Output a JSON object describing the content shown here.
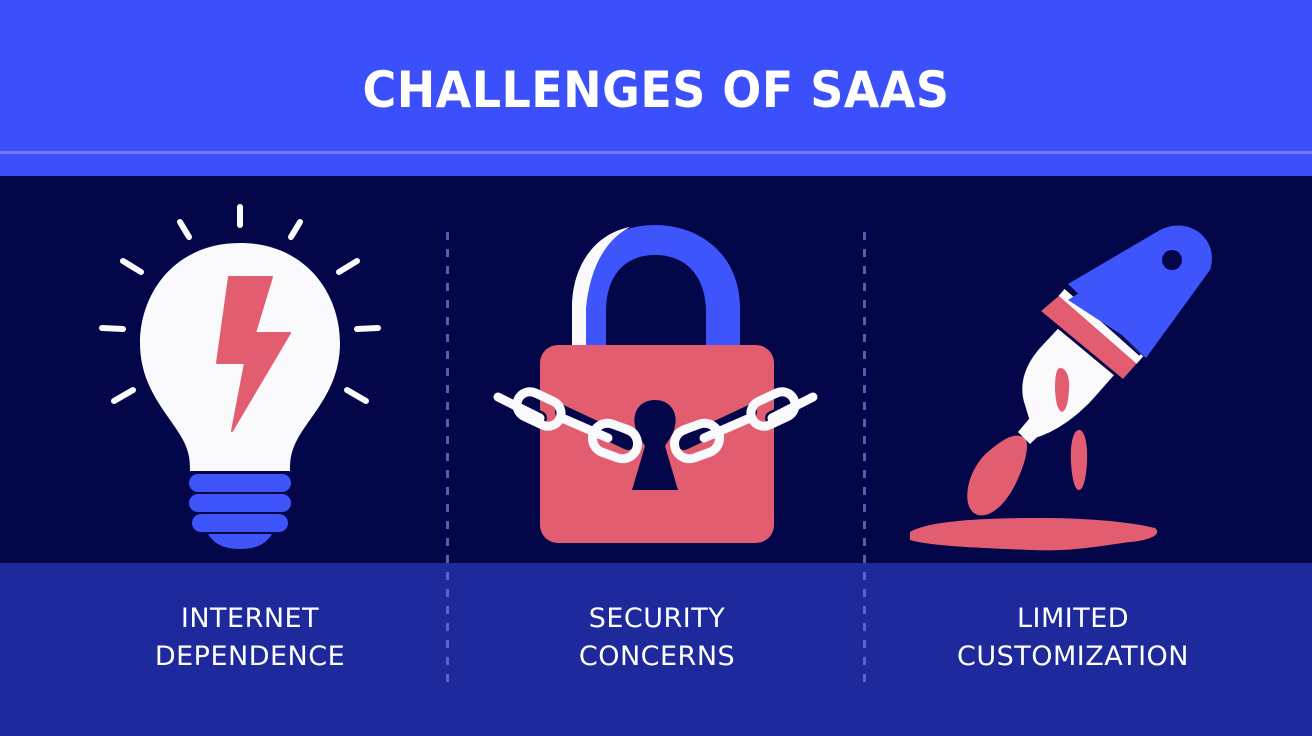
{
  "title": "CHALLENGES OF SAAS",
  "colors": {
    "header_bg": "#3b50fb",
    "stage_bg": "#03074a",
    "band_bg": "#1e299c",
    "accent_red": "#e35d71",
    "accent_blue": "#3d55fb",
    "white": "#fafafc"
  },
  "panels": [
    {
      "icon": "lightbulb-lightning-icon",
      "label_line1": "INTERNET",
      "label_line2": "DEPENDENCE"
    },
    {
      "icon": "chained-padlock-icon",
      "label_line1": "SECURITY",
      "label_line2": "CONCERNS"
    },
    {
      "icon": "dripping-paintbrush-icon",
      "label_line1": "LIMITED",
      "label_line2": "CUSTOMIZATION"
    }
  ]
}
